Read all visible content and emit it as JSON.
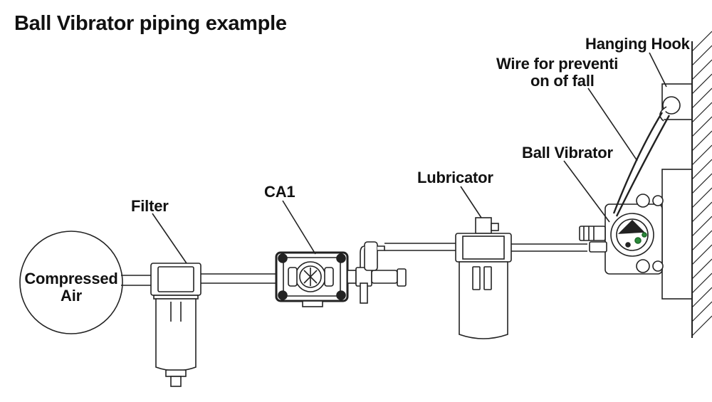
{
  "title": "Ball Vibrator piping example",
  "labels": {
    "hanging_hook": "Hanging Hook",
    "wire_line1": "Wire for preventi",
    "wire_line2": "on of fall",
    "ball_vibrator": "Ball Vibrator",
    "lubricator": "Lubricator",
    "ca1": "CA1",
    "filter": "Filter",
    "compressed_line1": "Compressed",
    "compressed_line2": "Air"
  }
}
